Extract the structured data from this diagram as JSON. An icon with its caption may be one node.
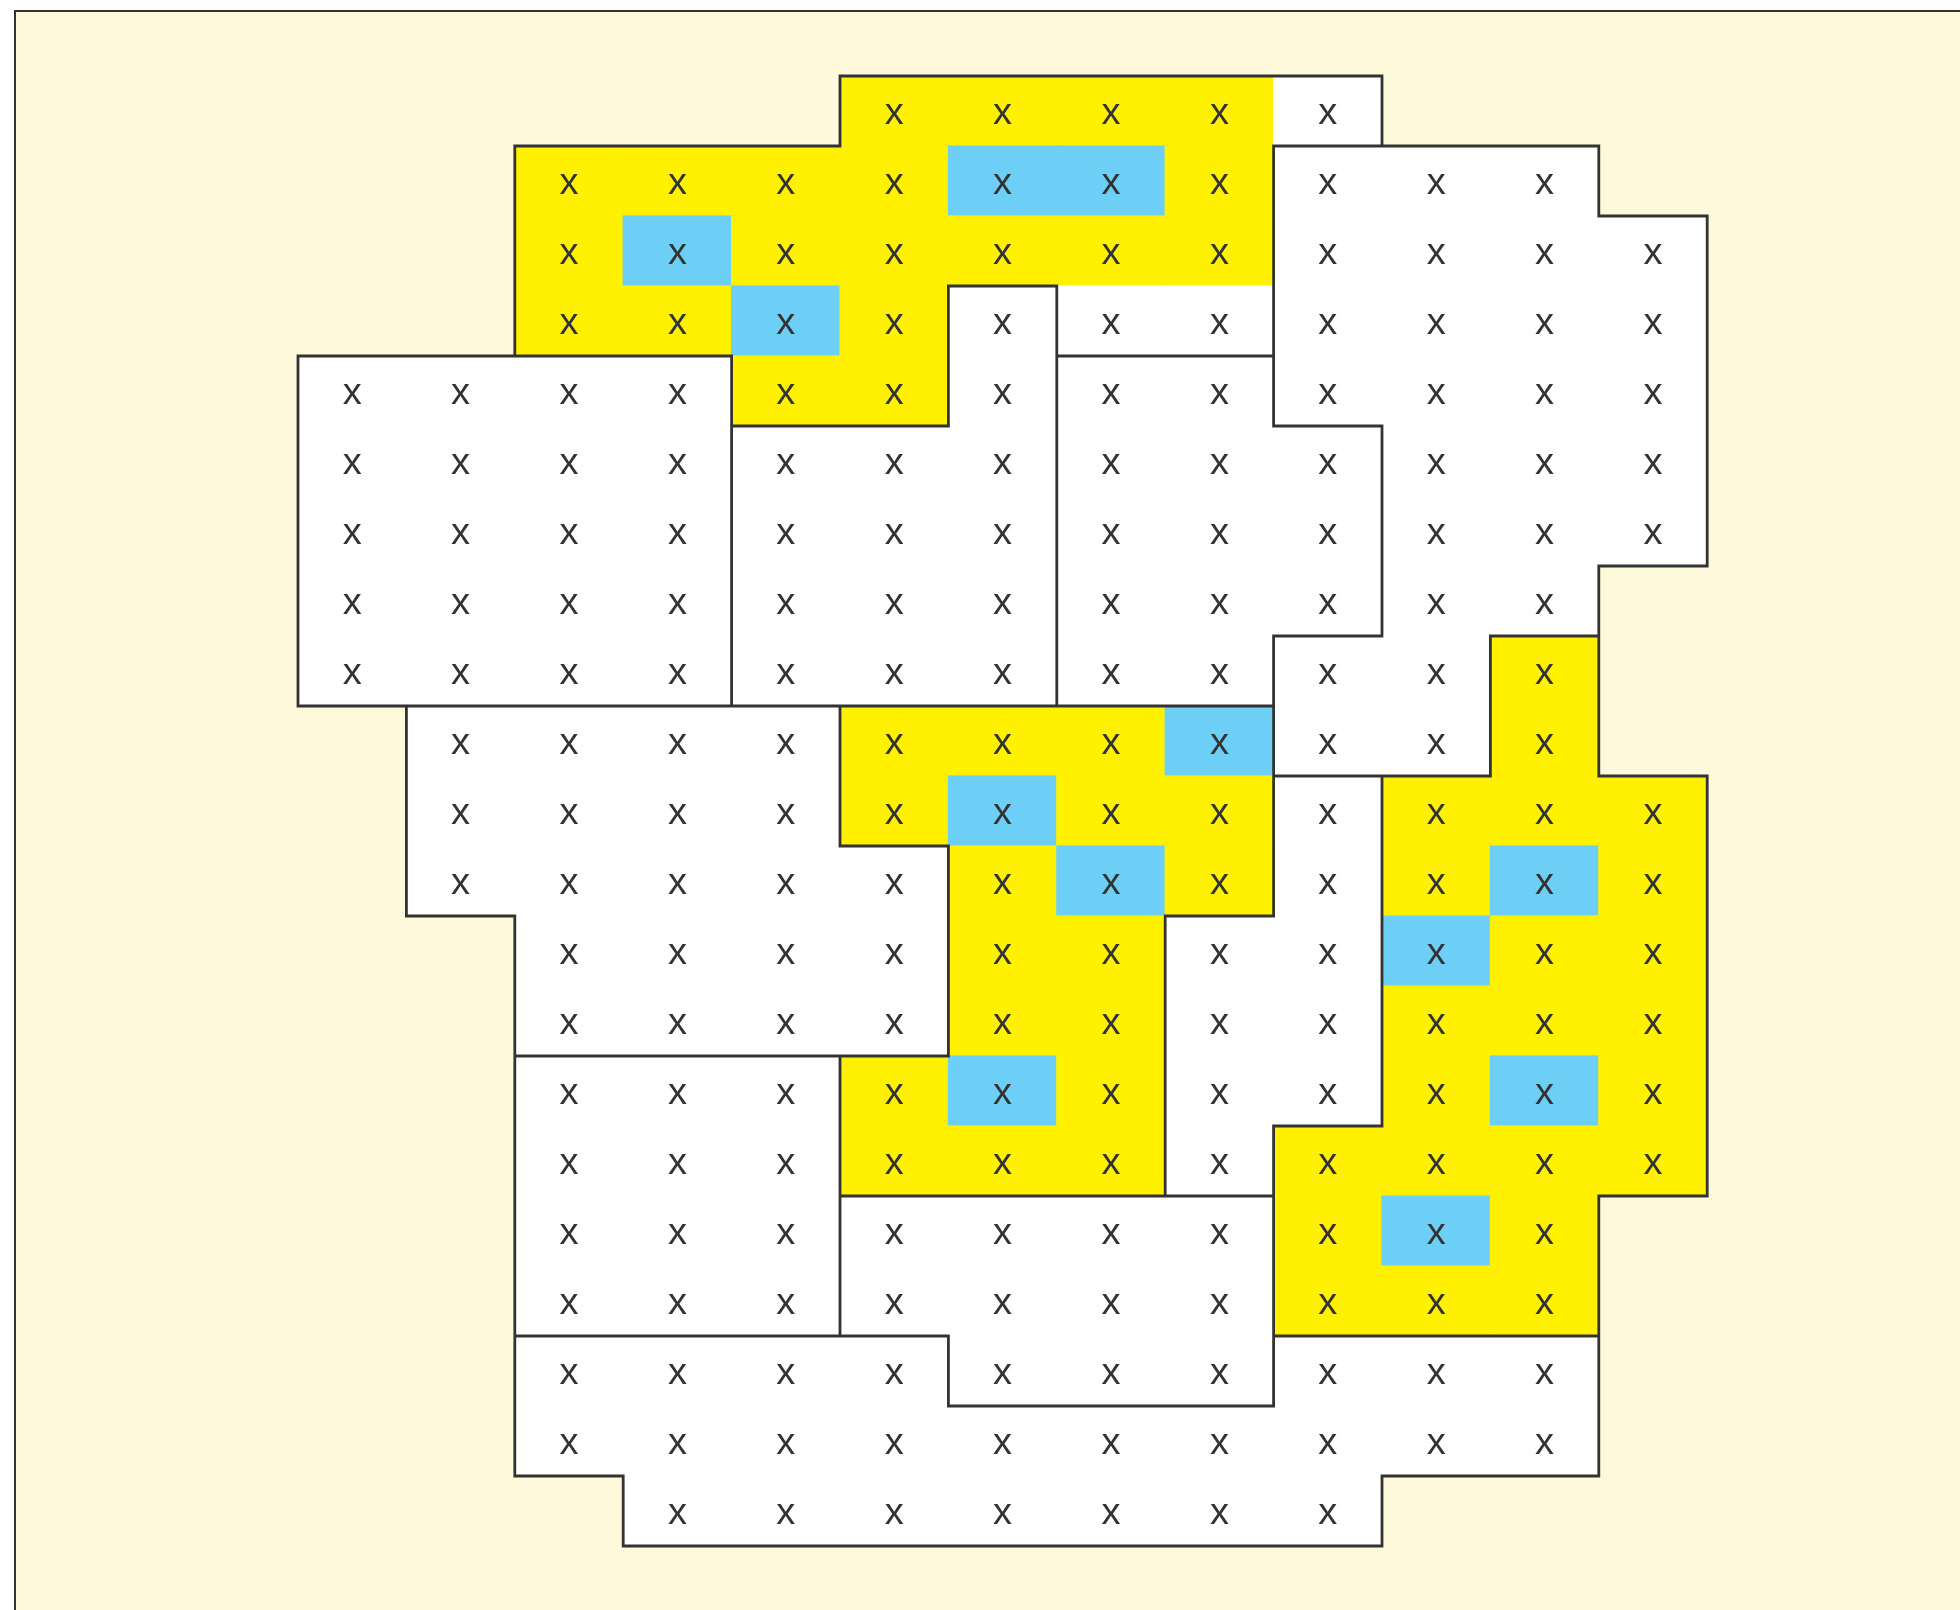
{
  "diagram": {
    "labels": [
      "x",
      "x",
      "x",
      "x",
      "x",
      "x",
      "x",
      "x",
      "x",
      "x",
      "x",
      "x",
      "x",
      "x",
      "x",
      "x",
      "x",
      "x",
      "x",
      "x",
      "x",
      "x",
      "x",
      "x",
      "x",
      "x",
      "x",
      "x",
      "x",
      "x",
      "x",
      "x",
      "x",
      "x",
      "x",
      "x",
      "x",
      "x",
      "x",
      "x",
      "x",
      "x",
      "x",
      "x",
      "x",
      "x",
      "x",
      "x",
      "x",
      "x",
      "x",
      "x",
      "x",
      "x",
      "x",
      "x",
      "x",
      "x",
      "x",
      "x",
      "x",
      "x",
      "x",
      "x",
      "x",
      "x",
      "x",
      "x",
      "x",
      "x",
      "x",
      "x",
      "x",
      "x",
      "x",
      "x",
      "x",
      "x",
      "x",
      "x",
      "x",
      "x",
      "x",
      "x",
      "x",
      "x",
      "x",
      "x",
      "x",
      "x",
      "x",
      "x",
      "x",
      "x",
      "x",
      "x",
      "x",
      "x",
      "x",
      "x",
      "x",
      "x",
      "x",
      "x",
      "x",
      "x",
      "x",
      "x",
      "x",
      "x",
      "x",
      "x",
      "x",
      "x",
      "x",
      "x",
      "x",
      "x",
      "x",
      "x",
      "x",
      "x",
      "x",
      "x",
      "x",
      "x",
      "x",
      "x",
      "x",
      "x",
      "x",
      "x",
      "x",
      "x",
      "x",
      "x",
      "x",
      "x",
      "x",
      "x",
      "x",
      "x",
      "x",
      "x",
      "x",
      "x",
      "x",
      "x",
      "x",
      "x",
      "x",
      "x",
      "x",
      "x",
      "x",
      "x",
      "x",
      "x",
      "x",
      "x",
      "x",
      "x",
      "x",
      "x",
      "x",
      "x",
      "x",
      "x",
      "x",
      "x",
      "x",
      "x",
      "x",
      "x",
      "x",
      "x",
      "x",
      "x",
      "x",
      "x",
      "x",
      "x",
      "x",
      "x",
      "x",
      "x",
      "x",
      "x",
      "x",
      "x",
      "x",
      "x",
      "x",
      "x",
      "x",
      "x",
      "x",
      "x",
      "x",
      "x",
      "x",
      "x",
      "x",
      "x",
      "x",
      "x",
      "x",
      "x",
      "x",
      "x",
      "x",
      "x",
      "x",
      "x",
      "x",
      "x",
      "x",
      "x",
      "x",
      "x",
      "x",
      "x",
      "x",
      "x",
      "x",
      "x"
    ]
  }
}
